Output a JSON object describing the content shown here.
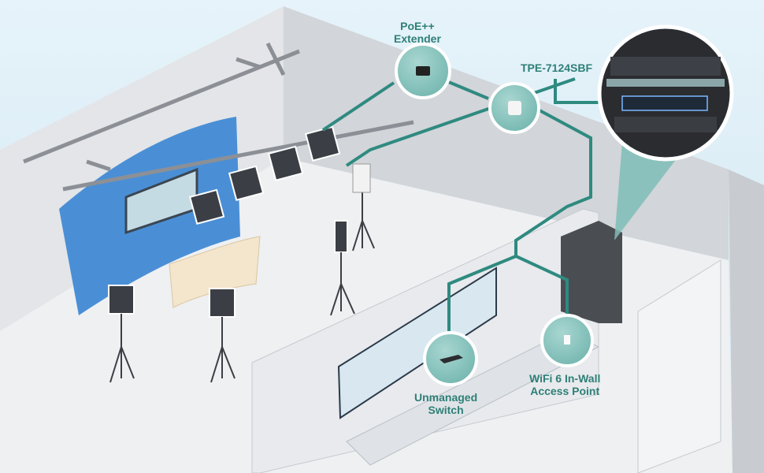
{
  "labels": {
    "poe_extender": [
      "PoE++",
      "Extender"
    ],
    "switch_model": "TPE-7124SBF",
    "unmanaged_switch": [
      "Unmanaged",
      "Switch"
    ],
    "inwall_ap": [
      "WiFi 6 In-Wall",
      "Access Point"
    ]
  },
  "colors": {
    "teal_line": "#2f8a80",
    "teal_text": "#2e7f77",
    "blue_wall": "#4a8fd6",
    "background": "#dcedf6"
  }
}
